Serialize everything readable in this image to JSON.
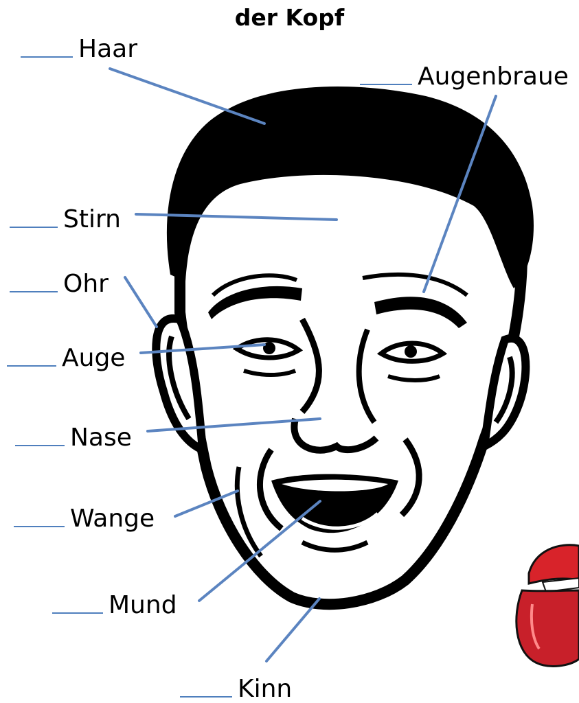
{
  "diagram": {
    "title": "der Kopf",
    "labels": [
      {
        "id": "haar",
        "text": "Haar"
      },
      {
        "id": "augenbraue",
        "text": "Augenbraue"
      },
      {
        "id": "stirn",
        "text": "Stirn"
      },
      {
        "id": "ohr",
        "text": "Ohr"
      },
      {
        "id": "auge",
        "text": "Auge"
      },
      {
        "id": "nase",
        "text": "Nase"
      },
      {
        "id": "wange",
        "text": "Wange"
      },
      {
        "id": "mund",
        "text": "Mund"
      },
      {
        "id": "kinn",
        "text": "Kinn"
      }
    ],
    "colors": {
      "leader_line": "#5b84c0",
      "blank_line": "#4f7fbd",
      "ink": "#000000",
      "lips": "#d8232a",
      "tongue": "#c8202a"
    }
  }
}
